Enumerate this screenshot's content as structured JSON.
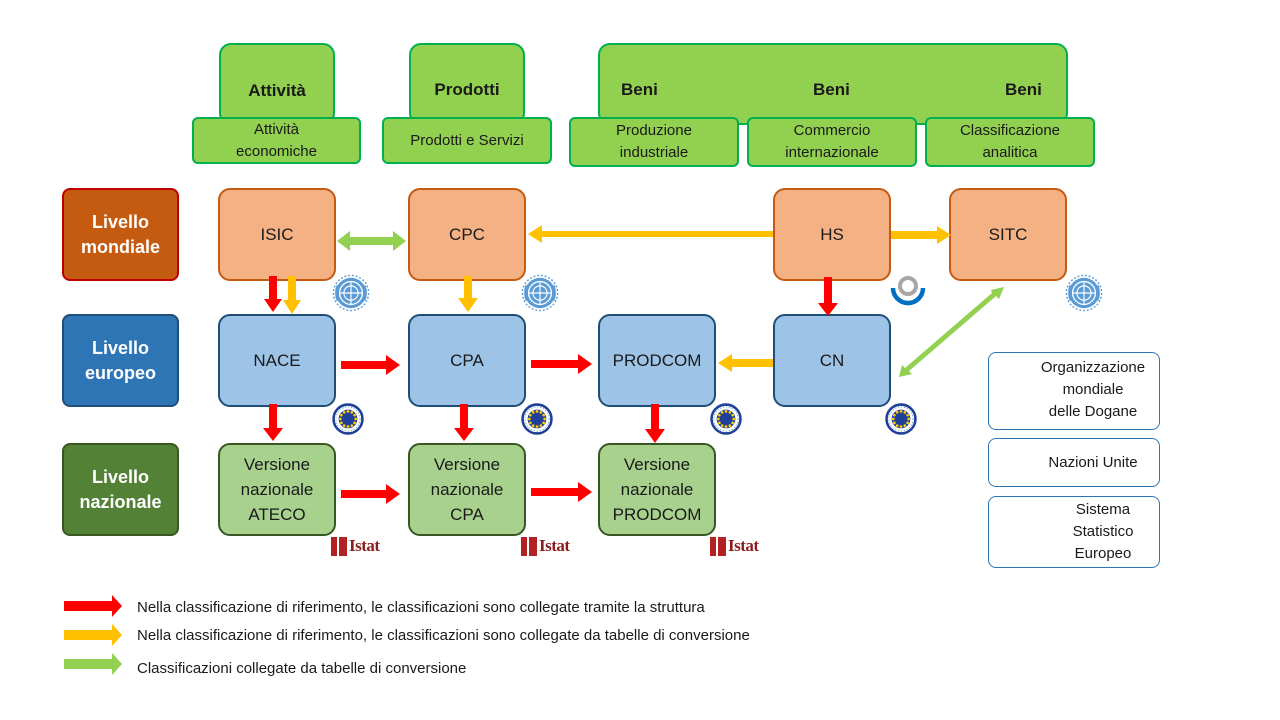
{
  "categories": {
    "attivita": {
      "header": "Attività",
      "sub": "Attività\neconomiche"
    },
    "prodotti": {
      "header": "Prodotti",
      "sub": "Prodotti e Servizi"
    },
    "beni": {
      "headers": [
        "Beni",
        "Beni",
        "Beni"
      ],
      "subs": [
        "Produzione\nindustriale",
        "Commercio\ninternazionale",
        "Classificazione\nanalitica"
      ]
    }
  },
  "levels": {
    "world": "Livello\nmondiale",
    "eu": "Livello\neuropeo",
    "nat": "Livello\nnazionale"
  },
  "nodes": {
    "isic": "ISIC",
    "cpc": "CPC",
    "hs": "HS",
    "sitc": "SITC",
    "nace": "NACE",
    "cpa": "CPA",
    "prodcom": "PRODCOM",
    "cn": "CN",
    "ateco_nat": "Versione\nnazionale\nATECO",
    "cpa_nat": "Versione\nnazionale\nCPA",
    "prodcom_nat": "Versione\nnazionale\nPRODCOM"
  },
  "istat_logo": "Istat",
  "organizations": {
    "wco": "Organizzazione\nmondiale\ndelle Dogane",
    "un": "Nazioni Unite",
    "ess": "Sistema\nStatistico\nEuropeo"
  },
  "arrow_legend": {
    "red": "Nella classificazione di riferimento, le classificazioni sono collegate tramite la struttura",
    "yellow": "Nella classificazione di riferimento, le classificazioni sono collegate da tabelle di conversione",
    "green": "Classificazioni collegate da tabelle di conversione"
  },
  "colors": {
    "red_arrow": "#ff0000",
    "yellow_arrow": "#ffc000",
    "green_arrow": "#92d050",
    "un_blue": "#5b9bd5",
    "eu_blue": "#1f3f99",
    "eu_star": "#ffcc00",
    "wco_blue": "#0070c0",
    "istat_red": "#b22222"
  }
}
